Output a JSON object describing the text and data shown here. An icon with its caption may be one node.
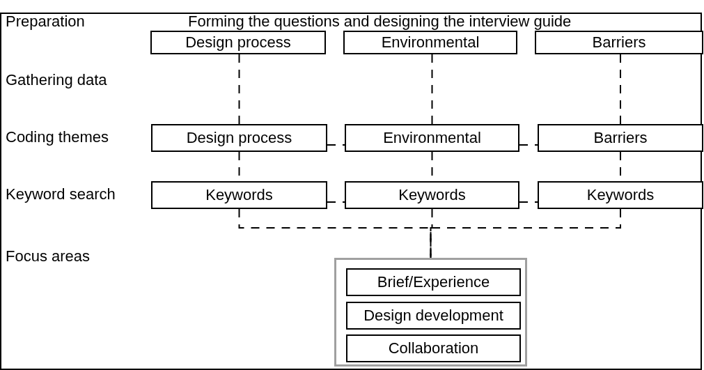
{
  "diagram": {
    "nodes": [
      {
        "text": [
          "Design process"
        ]
      },
      {
        "text": [
          "Environmental"
        ]
      },
      {
        "text": [
          "Barriers"
        ]
      },
      {
        "text": [
          "Design process"
        ]
      },
      {
        "text": [
          "Environmental"
        ]
      },
      {
        "text": [
          "Barriers"
        ]
      },
      {
        "text": [
          "Keywords"
        ]
      },
      {
        "text": [
          "Keywords"
        ]
      },
      {
        "text": [
          "Keywords"
        ]
      },
      {
        "text": [],
        "shape": "box"
      },
      {
        "text": [
          "Brief/Experience"
        ],
        "in": 9
      },
      {
        "text": [
          "Design development"
        ],
        "in": 9
      },
      {
        "text": [
          "Collaboration"
        ],
        "in": 9
      }
    ],
    "edges": [
      {
        "from": 0,
        "to": 3,
        "arrow": "none",
        "style": "dashed"
      },
      {
        "from": 1,
        "to": 4,
        "arrow": "none",
        "style": "dashed"
      },
      {
        "from": 2,
        "to": 5,
        "arrow": "none",
        "style": "dashed"
      },
      {
        "from": 3,
        "to": 4,
        "arrow": "none",
        "style": "dashed"
      },
      {
        "from": 4,
        "to": 5,
        "arrow": "none",
        "style": "dashed"
      },
      {
        "from": 3,
        "to": 6,
        "arrow": "none",
        "style": "dashed"
      },
      {
        "from": 4,
        "to": 7,
        "arrow": "none",
        "style": "dashed"
      },
      {
        "from": 5,
        "to": 8,
        "arrow": "none",
        "style": "dashed"
      },
      {
        "from": 6,
        "to": 7,
        "arrow": "none",
        "style": "dashed"
      },
      {
        "from": 7,
        "to": 8,
        "arrow": "none",
        "style": "dashed"
      },
      {
        "from": 6,
        "to": 9,
        "arrow": "none",
        "style": "dashed"
      },
      {
        "from": 7,
        "to": 9,
        "arrow": "none",
        "style": "dashed"
      },
      {
        "from": 8,
        "to": 9,
        "arrow": "none",
        "style": "dashed"
      }
    ],
    "labels": [
      "Preparation",
      "Forming the questions and designing the interview guide",
      "Gathering data",
      "Coding themes",
      "Keyword search",
      "Focus areas"
    ]
  }
}
